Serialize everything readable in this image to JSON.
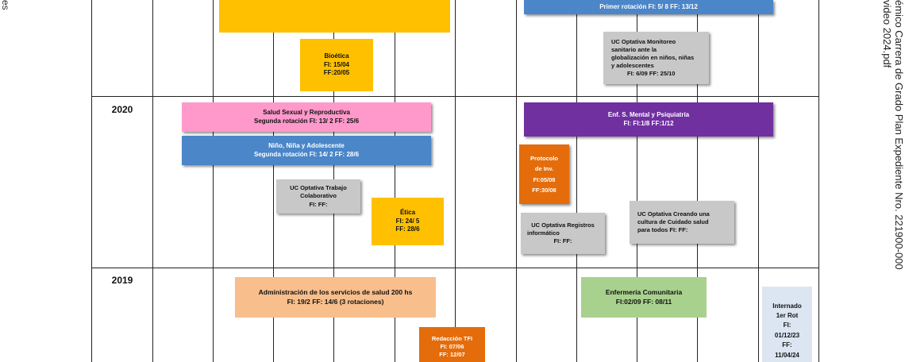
{
  "left_fragment": "es",
  "side_text": {
    "line1": "émico Carrera de Grado Plan   Expediente Nro. 221900-000",
    "line2": "video 2024.pdf"
  },
  "years": {
    "y2020": "2020",
    "y2019": "2019"
  },
  "boxes": {
    "bioetica": {
      "title": "Bioética",
      "fi": "FI: 15/04",
      "ff": "FF:20/05"
    },
    "primer_rotacion": {
      "text": "Primer rotación  FI: 5/ 8  FF: 13/12"
    },
    "monitoreo": {
      "l1": "UC Optativa Monitoreo",
      "l2": "sanitario ante la",
      "l3": "globalización en niños, niñas",
      "l4": "y adolescentes",
      "l5": "FI:  6/09  FF: 25/10"
    },
    "salud_sexual": {
      "title": "Salud Sexual y Reproductiva",
      "sub": "Segunda rotación  FI: 13/ 2   FF: 25/6"
    },
    "nino": {
      "title": "Niño, Niña y Adolescente",
      "sub": "Segunda rotación  FI: 14/ 2   FF: 28/6"
    },
    "salud_mental": {
      "title": "Enf. S. Mental y Psiquiatría",
      "sub": "FI: FI:1/8   FF:1/12"
    },
    "trabajo_colab": {
      "l1": "UC Optativa Trabajo",
      "l2": "Colaborativo",
      "l3": "FI:   FF:"
    },
    "etica": {
      "title": "Ética",
      "fi": "FI: 24/ 5",
      "ff": "FF: 28/6"
    },
    "protocolo": {
      "l1": "Protocolo",
      "l2": "de Inv.",
      "l3": "FI:05/08",
      "l4": "FF:30/08"
    },
    "registros": {
      "l1": "UC Optativa Registros",
      "l2": "informático",
      "l3": "FI:   FF:"
    },
    "cuidado": {
      "l1": "UC Optativa Creando una",
      "l2": "cultura de Cuidado  salud",
      "l3": "para todos  FI:   FF:"
    },
    "administracion": {
      "title": "Administración de los servicios de salud 200 hs",
      "sub": "FI: 19/2   FF: 14/6 (3 rotaciones)"
    },
    "comunitaria": {
      "title": "Enfermería Comunitaria",
      "sub": "FI:02/09   FF:  08/11"
    },
    "internado": {
      "l1": "Internado",
      "l2": "1er Rot",
      "l3": "FI:",
      "l4": "01/12/23",
      "l5": "FF:",
      "l6": "11/04/24"
    },
    "redaccion": {
      "l1": "Redacción TFI",
      "l2": "FI: 07/06",
      "l3": "FF: 12/07"
    }
  },
  "colors": {
    "gold": "#ffc000",
    "pink": "#ff99cc",
    "blue": "#4a86c8",
    "purple": "#7030a0",
    "orange": "#e46c0a",
    "gray": "#c8c8c8",
    "peach": "#f8be8c",
    "green": "#a9d18e",
    "lightblue": "#dce6f2"
  }
}
